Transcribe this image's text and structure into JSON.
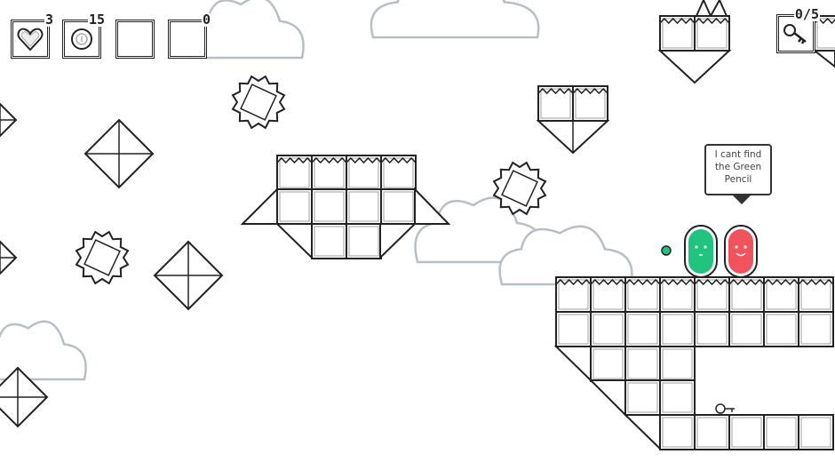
{
  "hud": {
    "lives": {
      "icon": "heart-icon",
      "count": "3"
    },
    "coins": {
      "icon": "coin-icon",
      "count": "15"
    },
    "empty_slot": {
      "count": ""
    },
    "pencils": {
      "count": "0"
    },
    "keys": {
      "icon": "key-icon",
      "count": "0/5"
    }
  },
  "dialogue": {
    "speaker": "red-blob",
    "text": "I cant find the Green Pencil"
  },
  "characters": [
    {
      "name": "green-blob",
      "color": "#1fc47e"
    },
    {
      "name": "red-blob",
      "color": "#f2525c"
    }
  ],
  "colors": {
    "line": "#222222",
    "cloud": "#b8bfc4",
    "gem": "#1fc47e"
  }
}
